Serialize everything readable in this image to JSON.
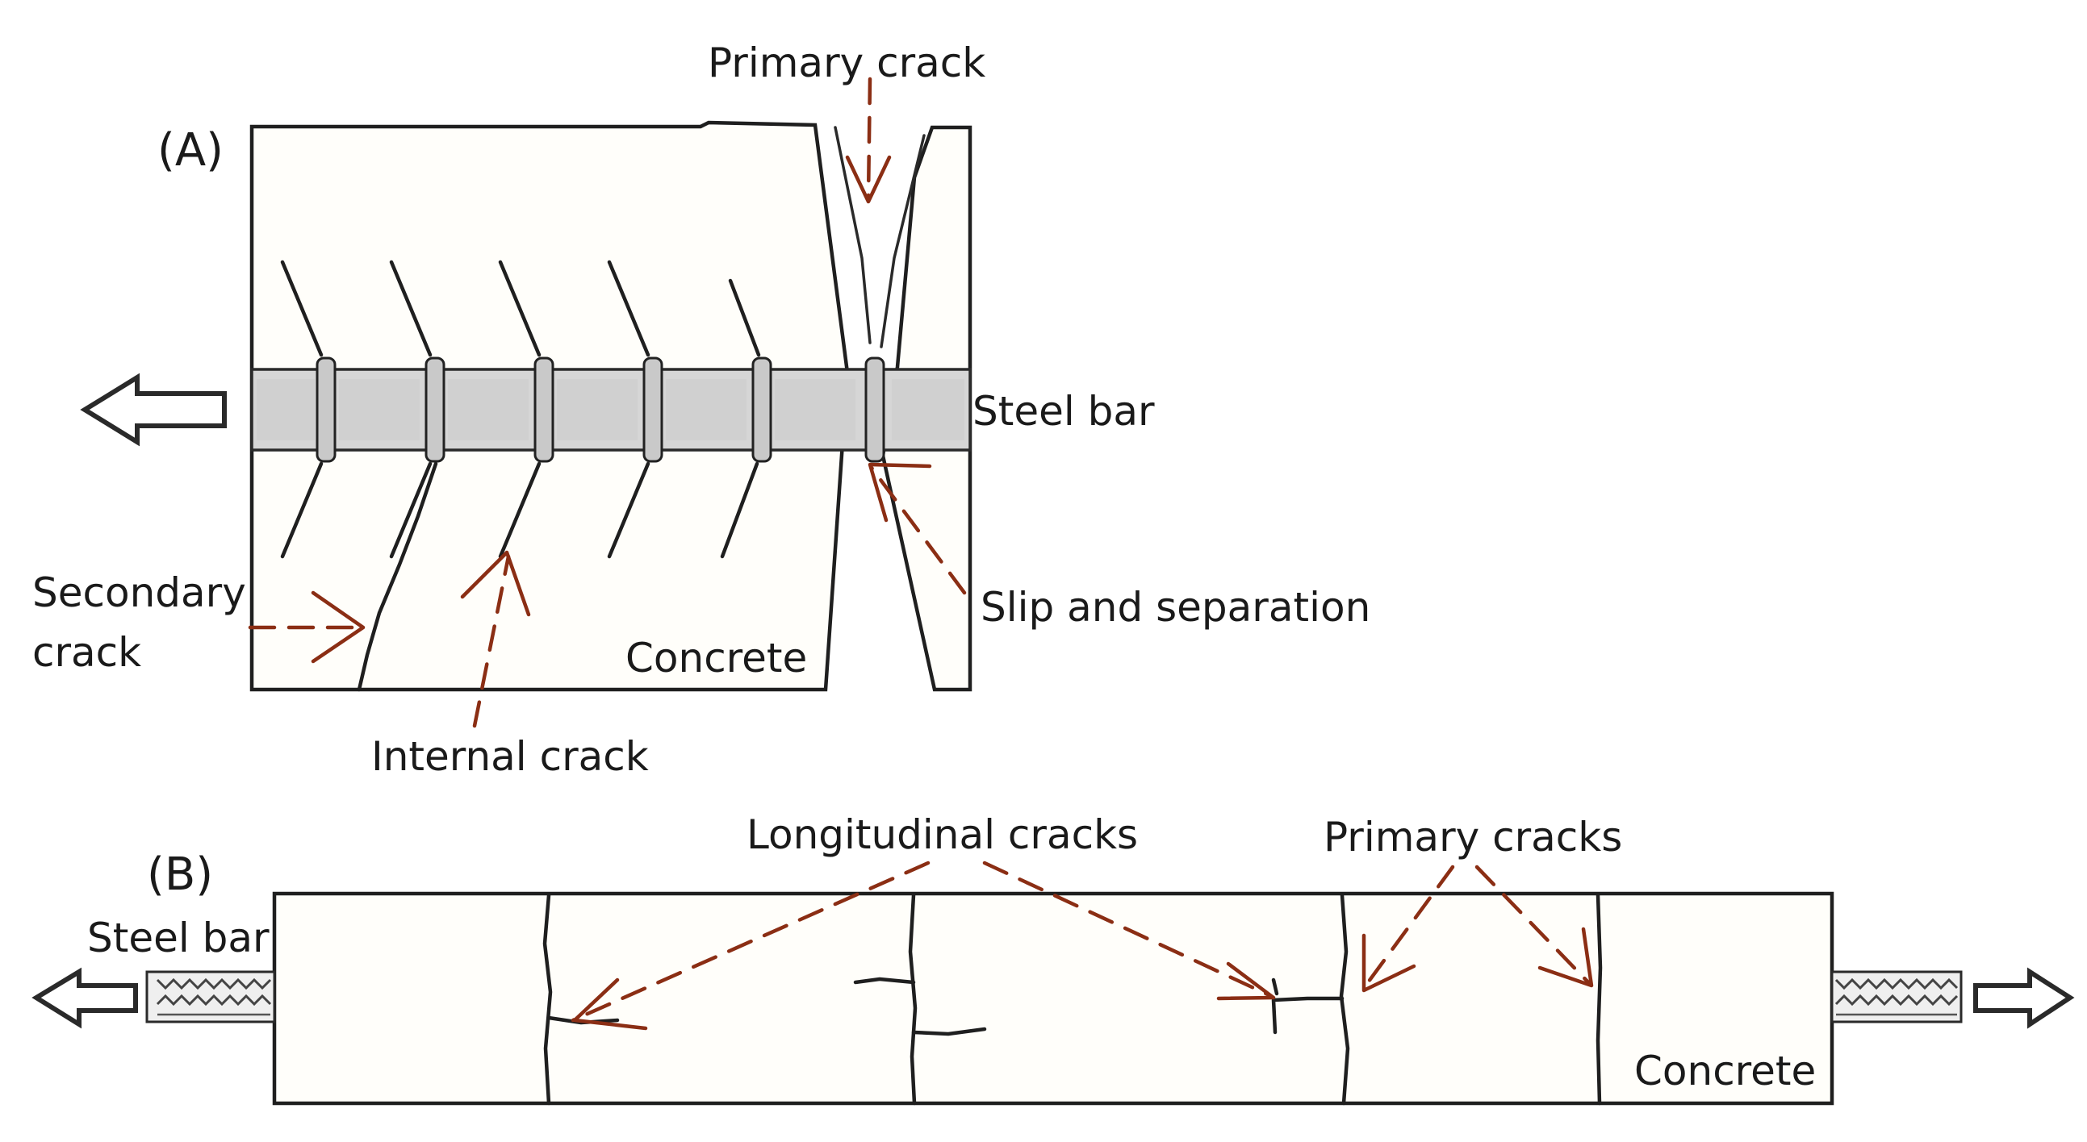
{
  "panels": {
    "a": {
      "label": "(A)",
      "labels": {
        "primary_crack": "Primary crack",
        "steel_bar": "Steel bar",
        "secondary_crack_line1": "Secondary",
        "secondary_crack_line2": "crack",
        "concrete": "Concrete",
        "slip_and_separation": "Slip and separation",
        "internal_crack": "Internal crack"
      }
    },
    "b": {
      "label": "(B)",
      "labels": {
        "steel_bar": "Steel bar",
        "longitudinal_cracks": "Longitudinal cracks",
        "primary_cracks": "Primary cracks",
        "concrete": "Concrete"
      }
    }
  },
  "colors": {
    "annotation_arrow": "#8b2e14",
    "concrete_fill": "#fffefa",
    "steel_bar_fill": "#d6d6d6",
    "crack_line": "#1f1f1f"
  }
}
